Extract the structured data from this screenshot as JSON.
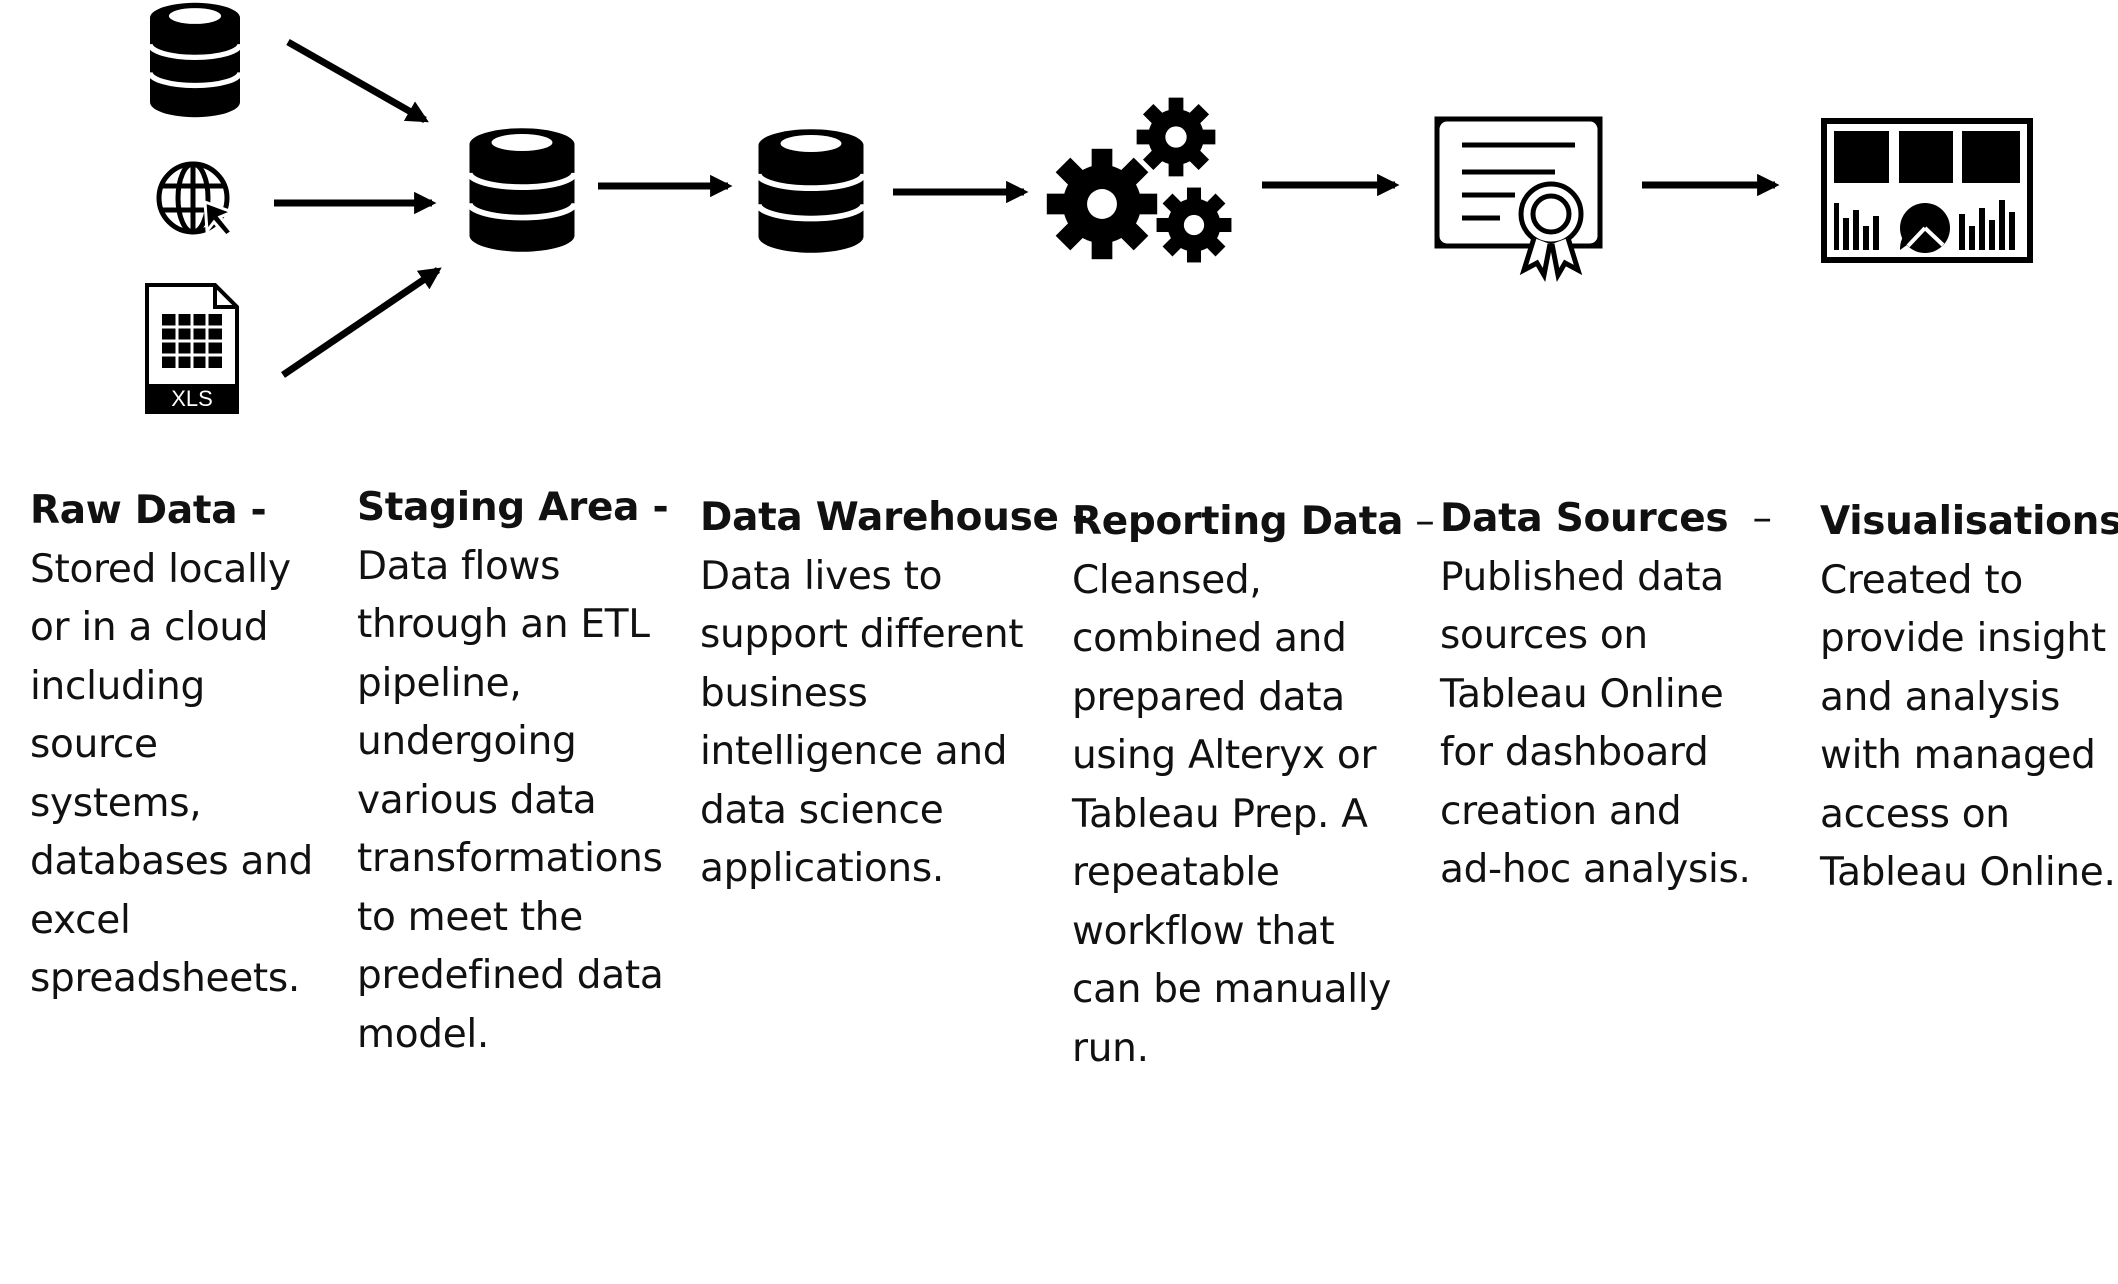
{
  "icons": {
    "raw_database": "database-icon",
    "web": "globe-cursor-icon",
    "spreadsheet": "xls-file-icon",
    "spreadsheet_label": "XLS",
    "staging": "database-icon",
    "warehouse": "database-icon",
    "reporting": "gears-icon",
    "sources": "certificate-icon",
    "visualisations": "dashboard-icon"
  },
  "columns": [
    {
      "title": "Raw Data -",
      "lines": [
        "Stored locally",
        "or in a cloud",
        "including",
        "source",
        "systems,",
        "databases and",
        "excel",
        "spreadsheets."
      ]
    },
    {
      "title": "Staging Area -",
      "lines": [
        "Data flows",
        "through an ETL",
        "pipeline,",
        "undergoing",
        "various data",
        "transformations",
        "to meet the",
        "predefined data",
        "model."
      ]
    },
    {
      "title": "Data Warehouse -",
      "lines": [
        "Data lives to",
        "support different",
        "business",
        "intelligence and",
        "data science",
        "applications."
      ]
    },
    {
      "title": "Reporting Data",
      "suffix": " –",
      "lines": [
        "Cleansed,",
        "combined and",
        "prepared data",
        "using Alteryx or",
        "Tableau Prep. A",
        "repeatable",
        "workflow that",
        "can be manually",
        "run."
      ]
    },
    {
      "title": "Data Sources",
      "suffix": "  –",
      "lines": [
        "Published data",
        "sources on",
        "Tableau Online",
        "for dashboard",
        "creation and",
        "ad-hoc analysis."
      ]
    },
    {
      "title": "Visualisations",
      "suffix": " –",
      "lines": [
        "Created to",
        "provide insight",
        "and analysis",
        "with managed",
        "access on",
        "Tableau Online."
      ]
    }
  ]
}
